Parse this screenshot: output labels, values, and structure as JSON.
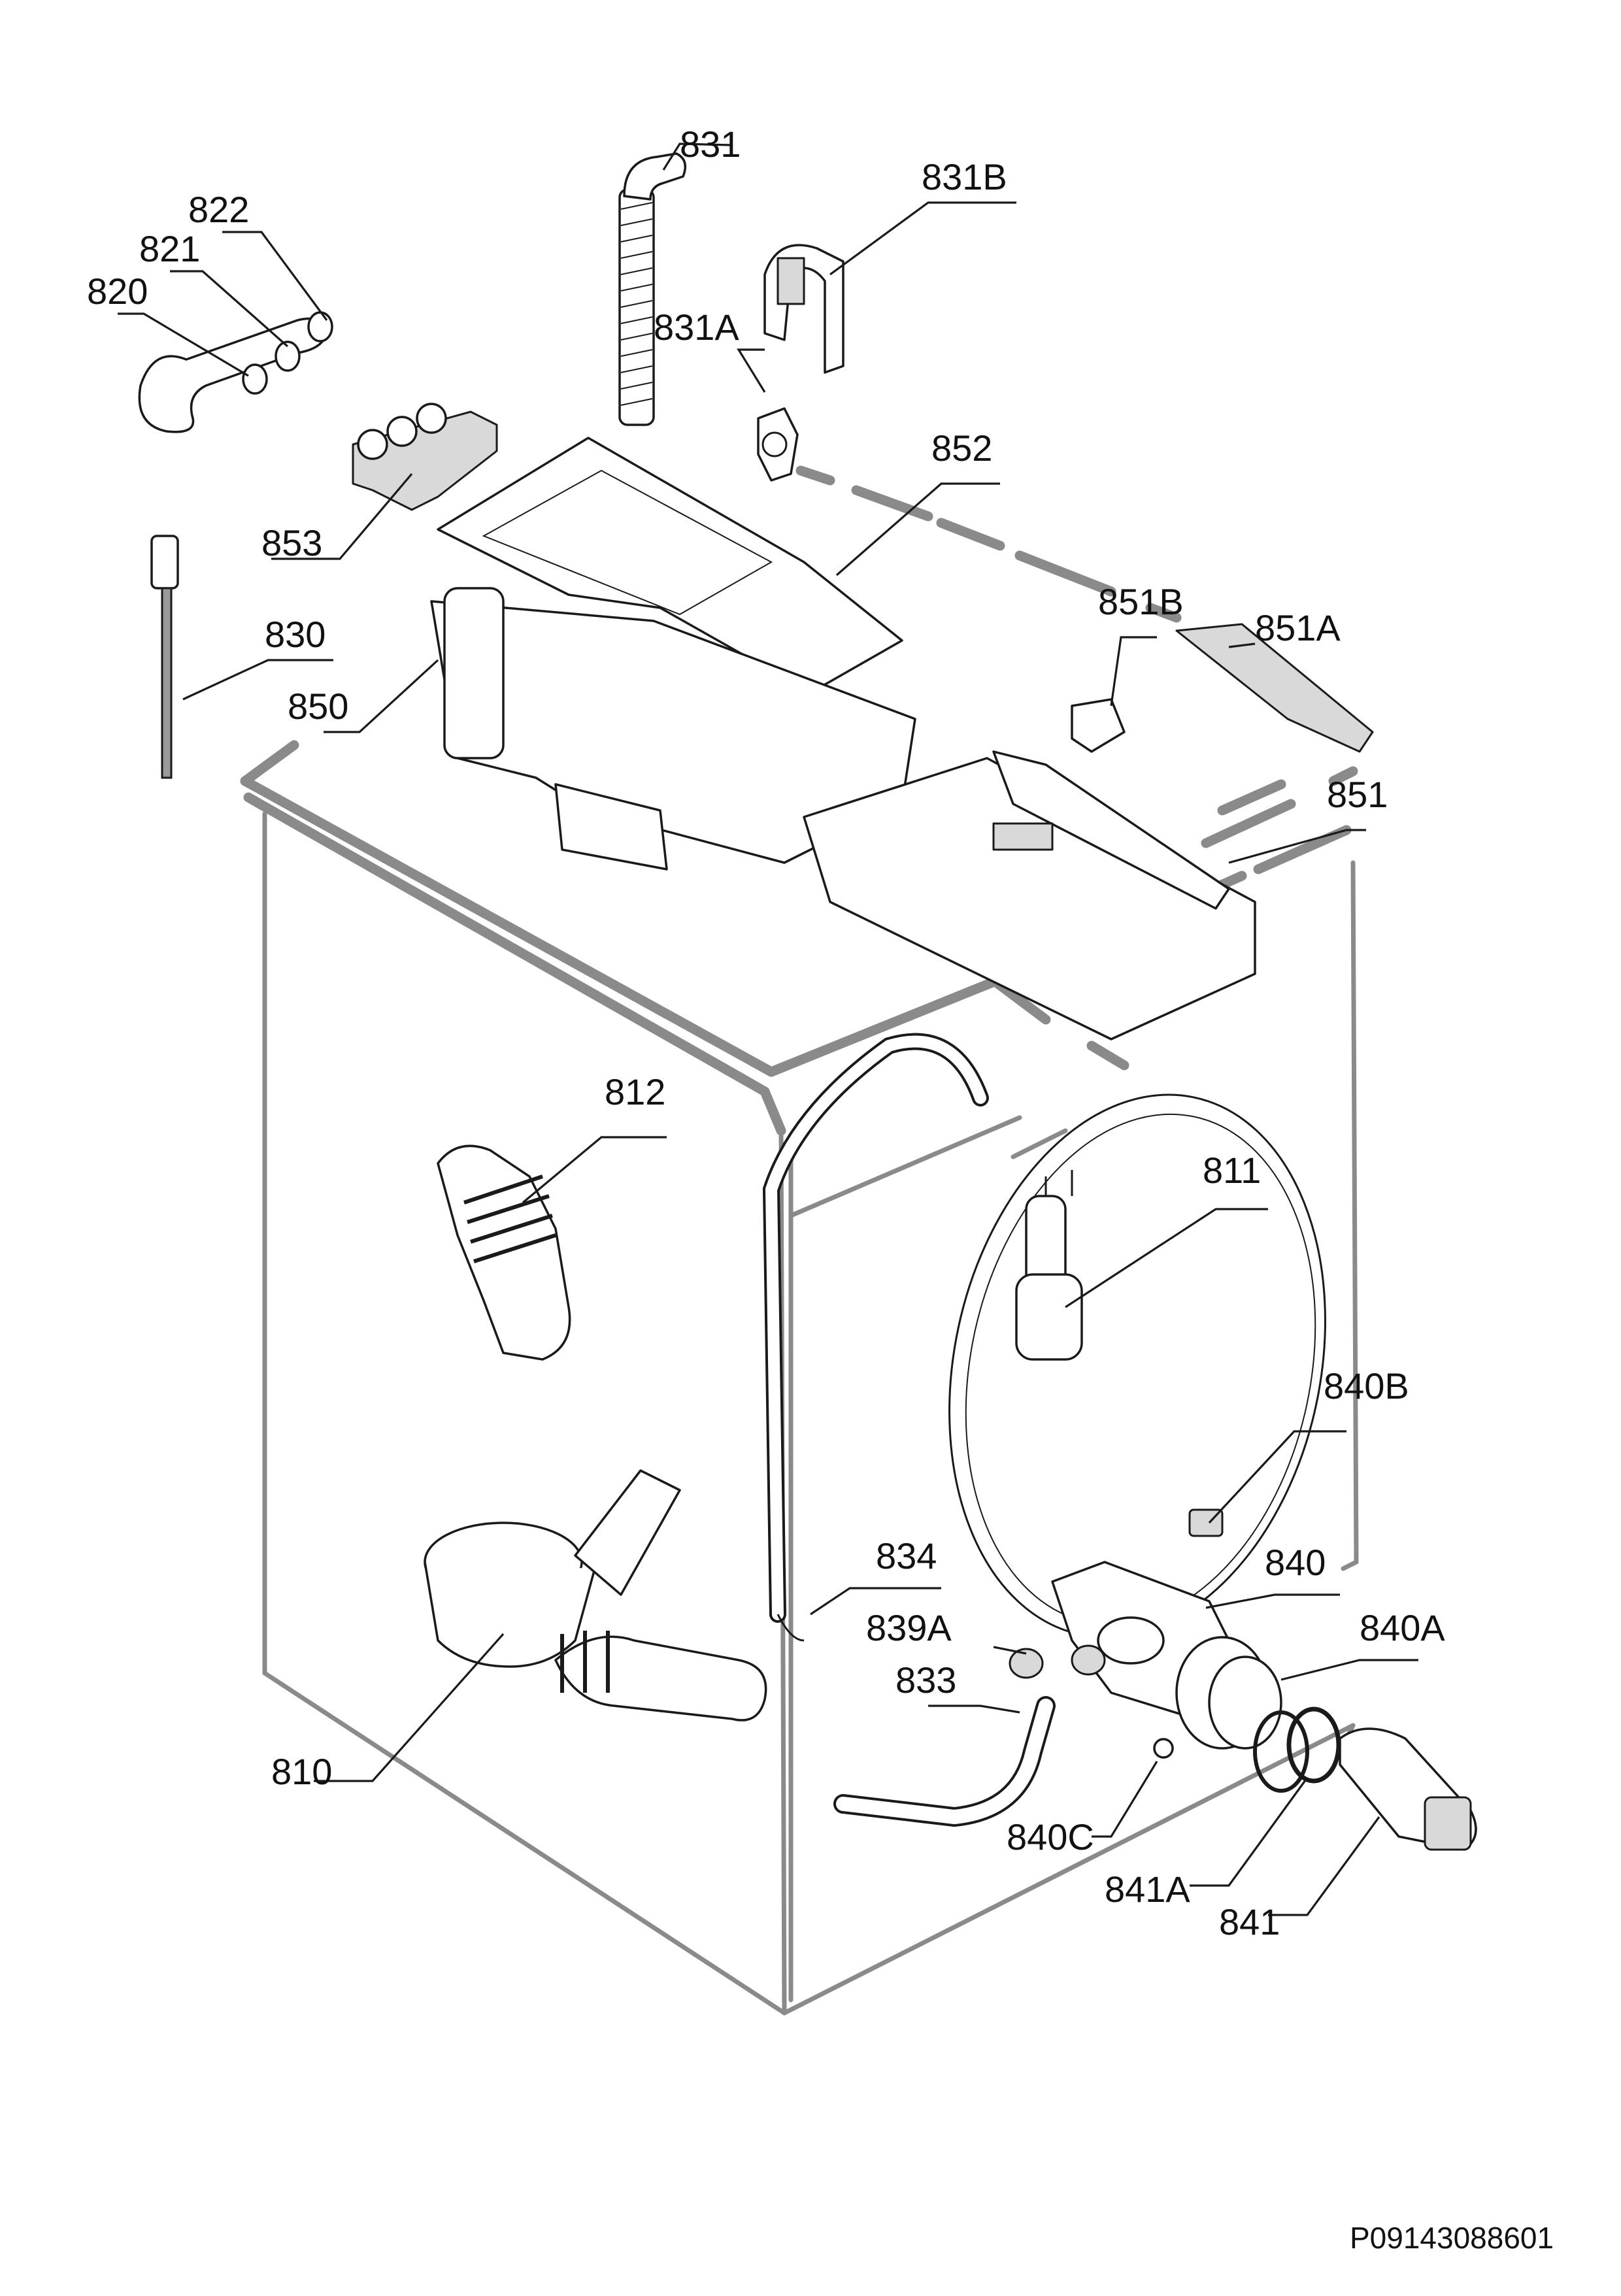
{
  "diagram": {
    "code": "P09143088601",
    "parts": [
      {
        "label": "831"
      },
      {
        "label": "831B"
      },
      {
        "label": "822"
      },
      {
        "label": "821"
      },
      {
        "label": "820"
      },
      {
        "label": "831A"
      },
      {
        "label": "852"
      },
      {
        "label": "853"
      },
      {
        "label": "830"
      },
      {
        "label": "850"
      },
      {
        "label": "851B"
      },
      {
        "label": "851A"
      },
      {
        "label": "851"
      },
      {
        "label": "812"
      },
      {
        "label": "811"
      },
      {
        "label": "840B"
      },
      {
        "label": "834"
      },
      {
        "label": "840"
      },
      {
        "label": "839A"
      },
      {
        "label": "840A"
      },
      {
        "label": "833"
      },
      {
        "label": "810"
      },
      {
        "label": "840C"
      },
      {
        "label": "841A"
      },
      {
        "label": "841"
      }
    ]
  }
}
